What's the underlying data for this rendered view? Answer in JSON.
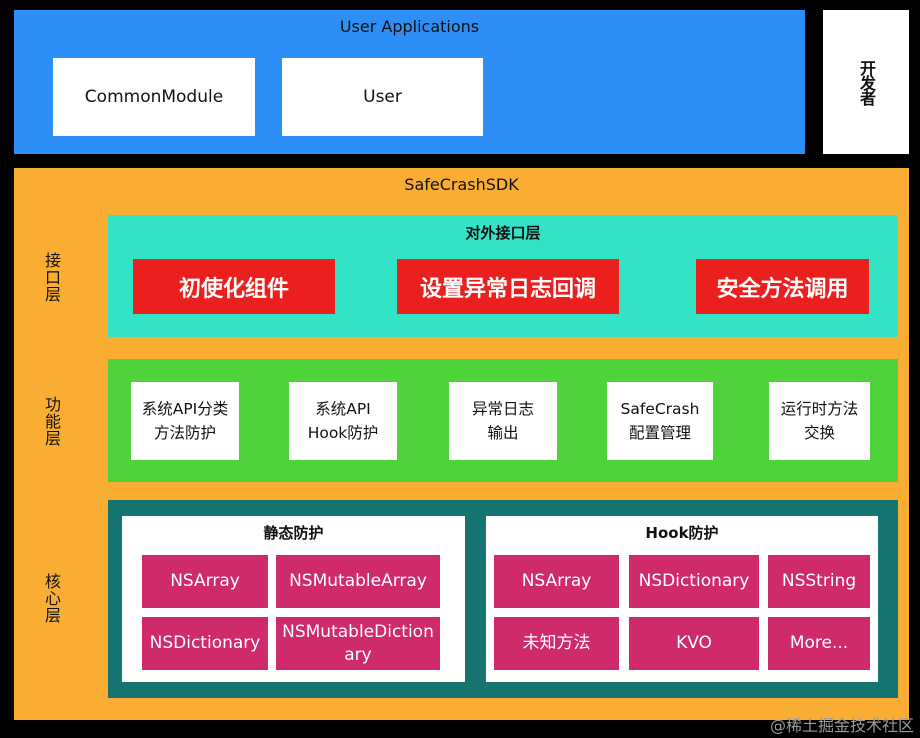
{
  "user_applications": {
    "title": "User Applications",
    "modules": [
      "CommonModule",
      "User"
    ]
  },
  "developer_label": "开发者",
  "sdk": {
    "title": "SafeCrashSDK",
    "layers": {
      "interface": "接口层",
      "function": "功能层",
      "core": "核心层"
    },
    "interface_panel": {
      "title": "对外接口层",
      "buttons": [
        "初使化组件",
        "设置异常日志回调",
        "安全方法调用"
      ]
    },
    "function_panel": {
      "items": [
        {
          "line1": "系统API分类",
          "line2": "方法防护"
        },
        {
          "line1": "系统API",
          "line2": "Hook防护"
        },
        {
          "line1": "异常日志",
          "line2": "输出"
        },
        {
          "line1": "SafeCrash",
          "line2": "配置管理"
        },
        {
          "line1": "运行时方法",
          "line2": "交换"
        }
      ]
    },
    "core_panel": {
      "static": {
        "title": "静态防护",
        "items": [
          "NSArray",
          "NSMutableArray",
          "NSDictionary",
          "NSMutableDiction",
          "ary"
        ]
      },
      "hook": {
        "title": "Hook防护",
        "items": [
          "NSArray",
          "NSDictionary",
          "NSString",
          "未知方法",
          "KVO",
          "More..."
        ]
      }
    }
  },
  "watermark": "@稀土掘金技术社区",
  "colors": {
    "user_apps_bg": "#2d8ff6",
    "sdk_bg": "#f9ad32",
    "interface_bg": "#33e3c6",
    "function_bg": "#4fd33a",
    "core_bg": "#157470",
    "red_button": "#ec1f1f",
    "pink_box": "#cf2a6b"
  }
}
